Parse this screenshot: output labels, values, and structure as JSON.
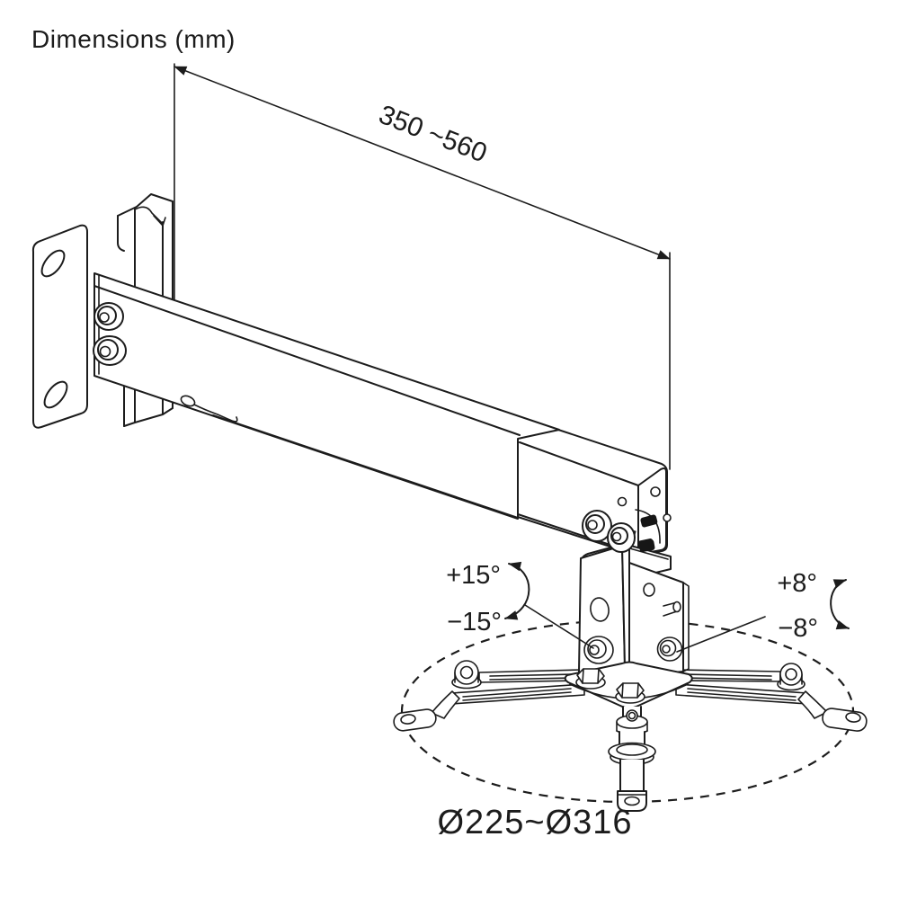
{
  "title": "Dimensions (mm)",
  "drawing": {
    "subject": "projector wall/ceiling mount technical line drawing",
    "labels": {
      "arm_length_range": "350 ~560",
      "tilt_positive": "+15°",
      "tilt_negative": "−15°",
      "roll_positive": "+8°",
      "roll_negative": "−8°",
      "base_diameter_range": "Ø225~Ø316"
    },
    "colors": {
      "line": "#1c1c1c",
      "text": "#1c1c1c",
      "background": "#ffffff"
    }
  }
}
